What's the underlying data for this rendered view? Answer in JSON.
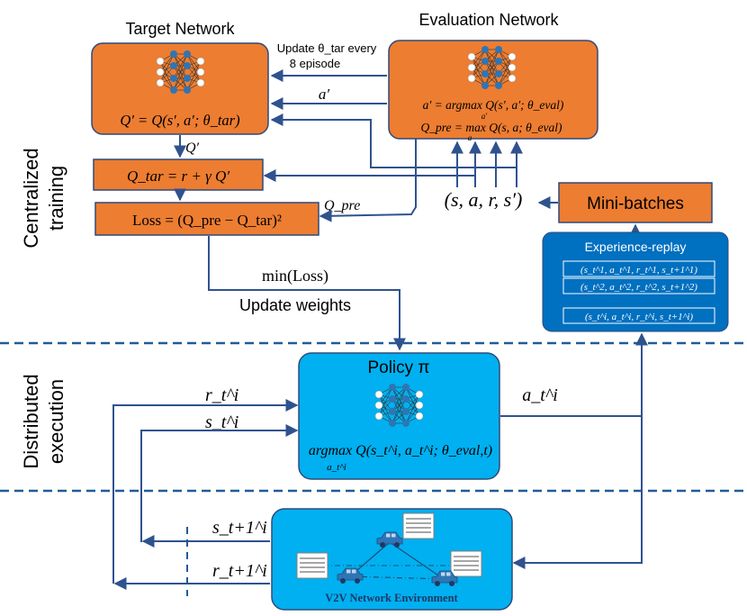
{
  "side_labels": {
    "centralized_line1": "Centralized",
    "centralized_line2": "training",
    "distributed_line1": "Distributed",
    "distributed_line2": "execution"
  },
  "target_network": {
    "title": "Target Network",
    "formula": "Q′ = Q(s′, a′; θ_tar)"
  },
  "evaluation_network": {
    "title": "Evaluation Network",
    "formula_action": "a′ = argmax Q(s′, a′; θ_eval)",
    "formula_action_sub": "a′",
    "formula_qpre": "Q_pre = max Q(s, a; θ_eval)",
    "formula_qpre_sub": "a"
  },
  "update_note": {
    "line1": "Update θ_tar every",
    "line2": "8 episode"
  },
  "arrow_labels": {
    "a_prime": "a′",
    "q_prime": "Q′",
    "q_pre": "Q_pre",
    "min_loss": "min(Loss)",
    "update_weights": "Update weights"
  },
  "qtar_box": {
    "formula": "Q_tar = r + γ Q′"
  },
  "loss_box": {
    "formula": "Loss = (Q_pre − Q_tar)²"
  },
  "tuple": {
    "text": "(s, a, r, s′)"
  },
  "minibatches": {
    "label": "Mini-batches"
  },
  "experience_replay": {
    "title": "Experience-replay",
    "rows": [
      "(s_t^1, a_t^1, r_t^1, s_t+1^1)",
      "(s_t^2, a_t^2, r_t^2, s_t+1^2)",
      "(s_t^i, a_t^i, r_t^i, s_t+1^i)"
    ]
  },
  "policy": {
    "title": "Policy π",
    "formula": "argmax Q(s_t^i, a_t^i; θ_eval,t)",
    "formula_sub": "a_t^i"
  },
  "execution_labels": {
    "r_t": "r_t^i",
    "s_t": "s_t^i",
    "a_t": "a_t^i",
    "s_t1": "s_t+1^i",
    "r_t1": "r_t+1^i"
  },
  "environment": {
    "label": "V2V Network Environment"
  },
  "colors": {
    "orange": "#ED7D31",
    "orange_border": "#2F4A7A",
    "blue_light": "#00B0F0",
    "blue_dark": "#0070C0",
    "line": "#2F528F",
    "node": "#2E75B6"
  }
}
